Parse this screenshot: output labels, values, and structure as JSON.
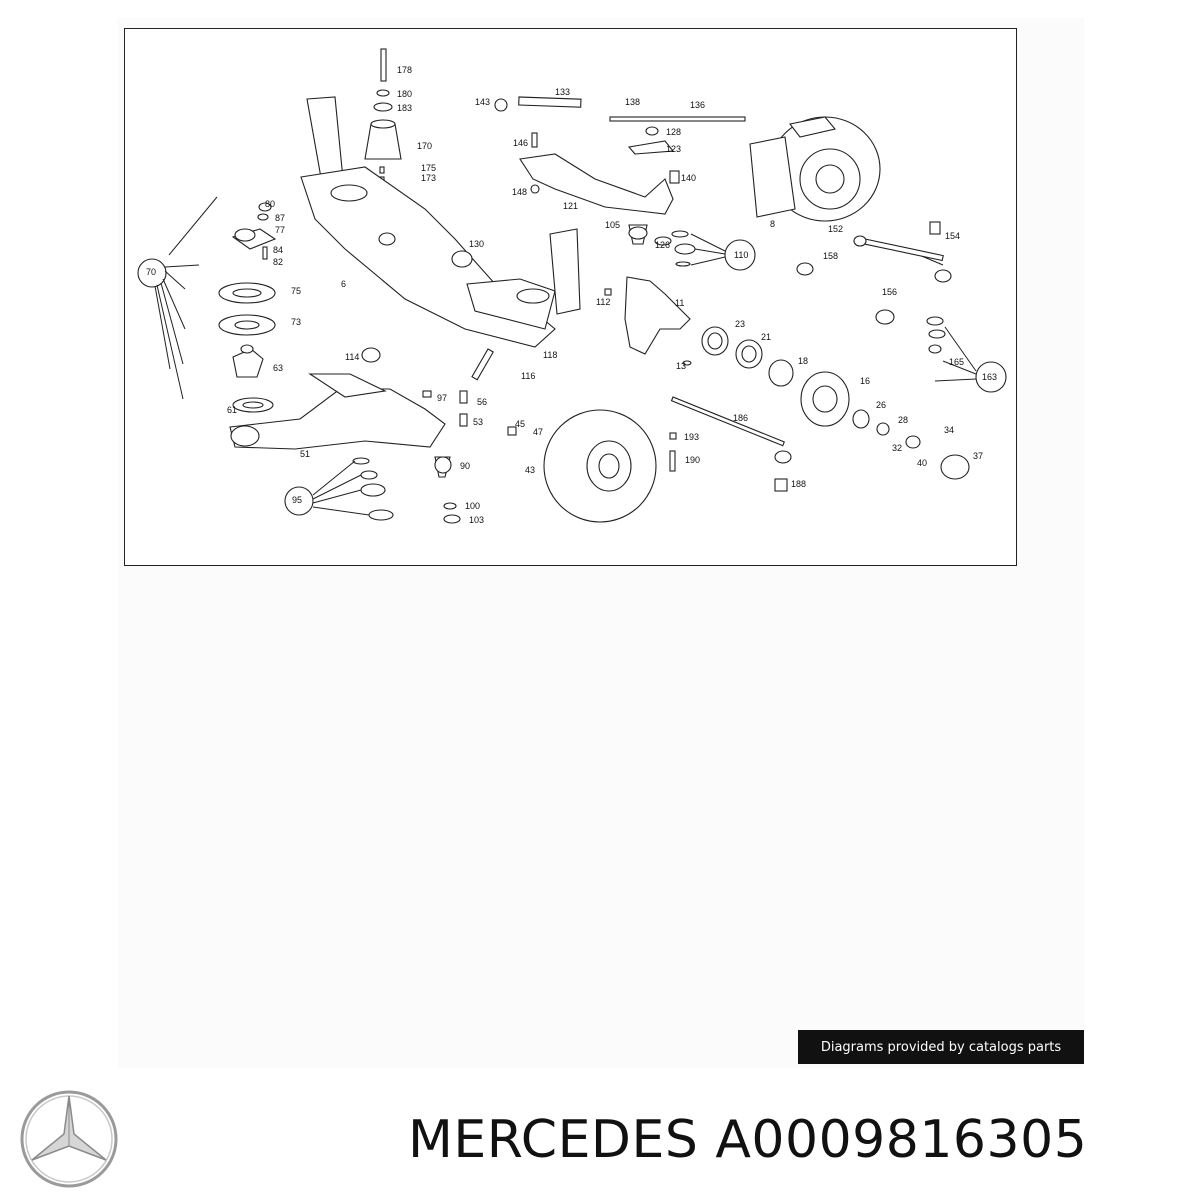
{
  "diagram": {
    "callouts": [
      "178",
      "180",
      "183",
      "170",
      "175",
      "173",
      "143",
      "133",
      "138",
      "136",
      "128",
      "123",
      "146",
      "148",
      "140",
      "121",
      "8",
      "80",
      "87",
      "77",
      "84",
      "82",
      "70",
      "75",
      "73",
      "63",
      "61",
      "6",
      "130",
      "105",
      "126",
      "110",
      "154",
      "152",
      "158",
      "112",
      "11",
      "156",
      "165",
      "163",
      "114",
      "118",
      "116",
      "97",
      "56",
      "53",
      "51",
      "90",
      "95",
      "100",
      "103",
      "45",
      "47",
      "43",
      "193",
      "190",
      "23",
      "21",
      "18",
      "16",
      "13",
      "186",
      "188",
      "26",
      "28",
      "32",
      "40",
      "34",
      "37"
    ],
    "strut_mount": {
      "labels": [
        "178",
        "180",
        "183",
        "170",
        "175",
        "173"
      ]
    },
    "upper_arm": {
      "labels": [
        "143",
        "133",
        "138",
        "136",
        "128",
        "123",
        "146",
        "148",
        "140",
        "121"
      ]
    },
    "caliper_label": "8",
    "subframe_label": "6",
    "left_group": {
      "circle": "70",
      "labels": [
        "80",
        "87",
        "77",
        "84",
        "82",
        "75",
        "73",
        "63",
        "61"
      ]
    },
    "center": {
      "labels": [
        "130",
        "105",
        "126",
        "112",
        "11",
        "114",
        "118",
        "116"
      ]
    },
    "group_110": "110",
    "tie_rod": {
      "labels": [
        "154",
        "152",
        "158",
        "156",
        "165"
      ],
      "circle": "163"
    },
    "lower_arm": {
      "labels": [
        "97",
        "56",
        "53",
        "51",
        "90",
        "100",
        "103"
      ],
      "circle": "95"
    },
    "rotor": {
      "labels": [
        "45",
        "47",
        "43",
        "193",
        "190"
      ]
    },
    "hub": {
      "labels": [
        "23",
        "21",
        "18",
        "16",
        "13",
        "186",
        "188",
        "26",
        "28",
        "32",
        "40",
        "34",
        "37"
      ]
    }
  },
  "footer": {
    "credit": "Diagrams provided by catalogs parts",
    "title": "MERCEDES A0009816305",
    "logo_icon": "mercedes-star-icon"
  }
}
